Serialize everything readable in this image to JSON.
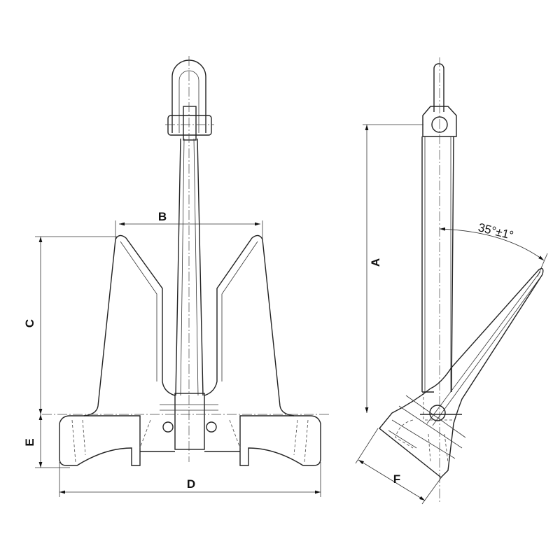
{
  "diagram": {
    "labels": {
      "A": "A",
      "B": "B",
      "C": "C",
      "D": "D",
      "E": "E",
      "F": "F"
    },
    "angle": "35°±1°"
  }
}
